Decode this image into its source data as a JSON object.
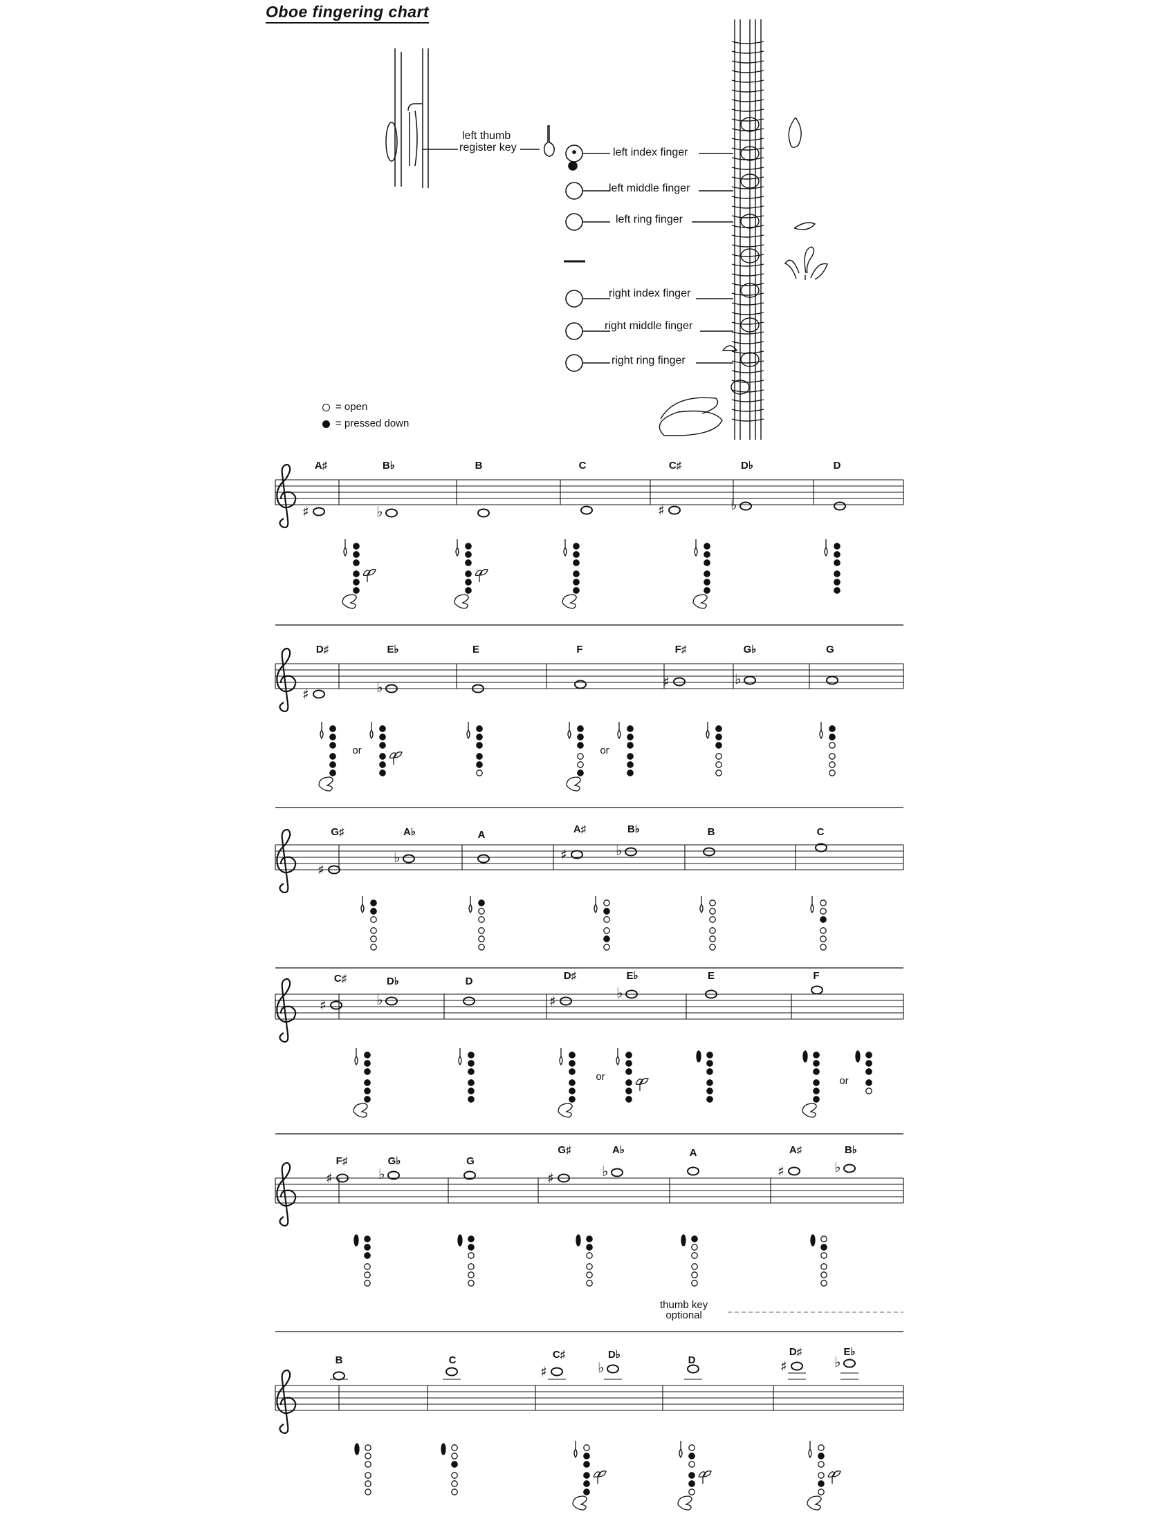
{
  "title": "Oboe fingering chart",
  "labels": {
    "left_thumb": "left thumb",
    "register_key": "register key",
    "left_index": "left index finger",
    "left_middle": "left middle finger",
    "left_ring": "left ring finger",
    "right_index": "right index finger",
    "right_middle": "right middle finger",
    "right_ring": "right ring finger"
  },
  "legend": {
    "open": "= open",
    "pressed": "= pressed down"
  },
  "or_text": "or",
  "footnote": {
    "line1": "thumb key",
    "line2": "optional"
  },
  "rows": [
    {
      "notes": [
        "A♯",
        "B♭",
        "B",
        "C",
        "C♯",
        "D♭",
        "D"
      ],
      "diagrams": [
        {
          "thumb": "o",
          "fingers": "ffffff",
          "low": true,
          "side": true
        },
        {
          "thumb": "o",
          "fingers": "ffffff",
          "low": true,
          "side": true
        },
        {
          "thumb": "o",
          "fingers": "ffffff",
          "low": true
        },
        {
          "thumb": "o",
          "fingers": "ffffff",
          "low": true
        },
        {
          "thumb": "o",
          "fingers": "ffffff"
        }
      ]
    },
    {
      "notes": [
        "D♯",
        "E♭",
        "E",
        "F",
        "F♯",
        "G♭",
        "G"
      ],
      "diagrams": [
        {
          "thumb": "o",
          "fingers": "ffffff",
          "low": true
        },
        {
          "thumb": "o",
          "fingers": "ffffff",
          "side": true
        },
        {
          "thumb": "o",
          "fingers": "fffffo"
        },
        {
          "thumb": "o",
          "fingers": "fffoof",
          "low": true
        },
        {
          "thumb": "o",
          "fingers": "ffffff"
        },
        {
          "thumb": "o",
          "fingers": "fffooo"
        },
        {
          "thumb": "o",
          "fingers": "ffoooo"
        }
      ]
    },
    {
      "notes": [
        "G♯",
        "A♭",
        "A",
        "A♯",
        "B♭",
        "B",
        "C"
      ],
      "diagrams": [
        {
          "thumb": "o",
          "fingers": "ffoooo"
        },
        {
          "thumb": "o",
          "fingers": "fooooo"
        },
        {
          "thumb": "o",
          "fingers": "ofoofo"
        },
        {
          "thumb": "o",
          "fingers": "oooooo"
        },
        {
          "thumb": "o",
          "fingers": "oofooo"
        }
      ]
    },
    {
      "notes": [
        "C♯",
        "D♭",
        "D",
        "D♯",
        "E♭",
        "E",
        "F"
      ],
      "diagrams": [
        {
          "thumb": "o",
          "fingers": "ffffff",
          "low": true
        },
        {
          "thumb": "o",
          "fingers": "ffffff"
        },
        {
          "thumb": "o",
          "fingers": "ffffff",
          "low": true
        },
        {
          "thumb": "o",
          "fingers": "ffffff",
          "side": true
        },
        {
          "thumb": "f",
          "fingers": "ffffff"
        },
        {
          "thumb": "f",
          "fingers": "ffffff",
          "low": true
        },
        {
          "thumb": "f",
          "fingers": "ffffo"
        }
      ]
    },
    {
      "notes": [
        "F♯",
        "G♭",
        "G",
        "G♯",
        "A♭",
        "A",
        "A♯",
        "B♭"
      ],
      "diagrams": [
        {
          "thumb": "f",
          "fingers": "fffooo"
        },
        {
          "thumb": "f",
          "fingers": "ffoooo"
        },
        {
          "thumb": "f",
          "fingers": "ffoooo"
        },
        {
          "thumb": "f",
          "fingers": "fooooo"
        },
        {
          "thumb": "f",
          "fingers": "ofoooo"
        }
      ]
    },
    {
      "notes": [
        "B",
        "C",
        "C♯",
        "D♭",
        "D",
        "D♯",
        "E♭"
      ],
      "diagrams": [
        {
          "thumb": "f",
          "fingers": "oooooo"
        },
        {
          "thumb": "f",
          "fingers": "oofooo"
        },
        {
          "thumb": "o",
          "fingers": "offfff",
          "low": true,
          "side": true
        },
        {
          "thumb": "o",
          "fingers": "ofoffo",
          "low": true,
          "side": true
        },
        {
          "thumb": "o",
          "fingers": "ofoofo",
          "low": true,
          "side": true
        }
      ]
    }
  ]
}
